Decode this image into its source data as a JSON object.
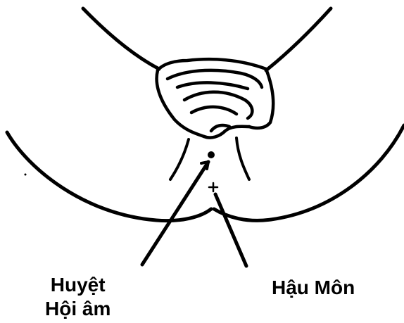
{
  "labels": {
    "perineum_point": {
      "line1": "Huyệt",
      "line2": "Hội âm"
    },
    "anus": "Hậu Môn"
  },
  "colors": {
    "ink": "#000000",
    "background": "#ffffff"
  }
}
